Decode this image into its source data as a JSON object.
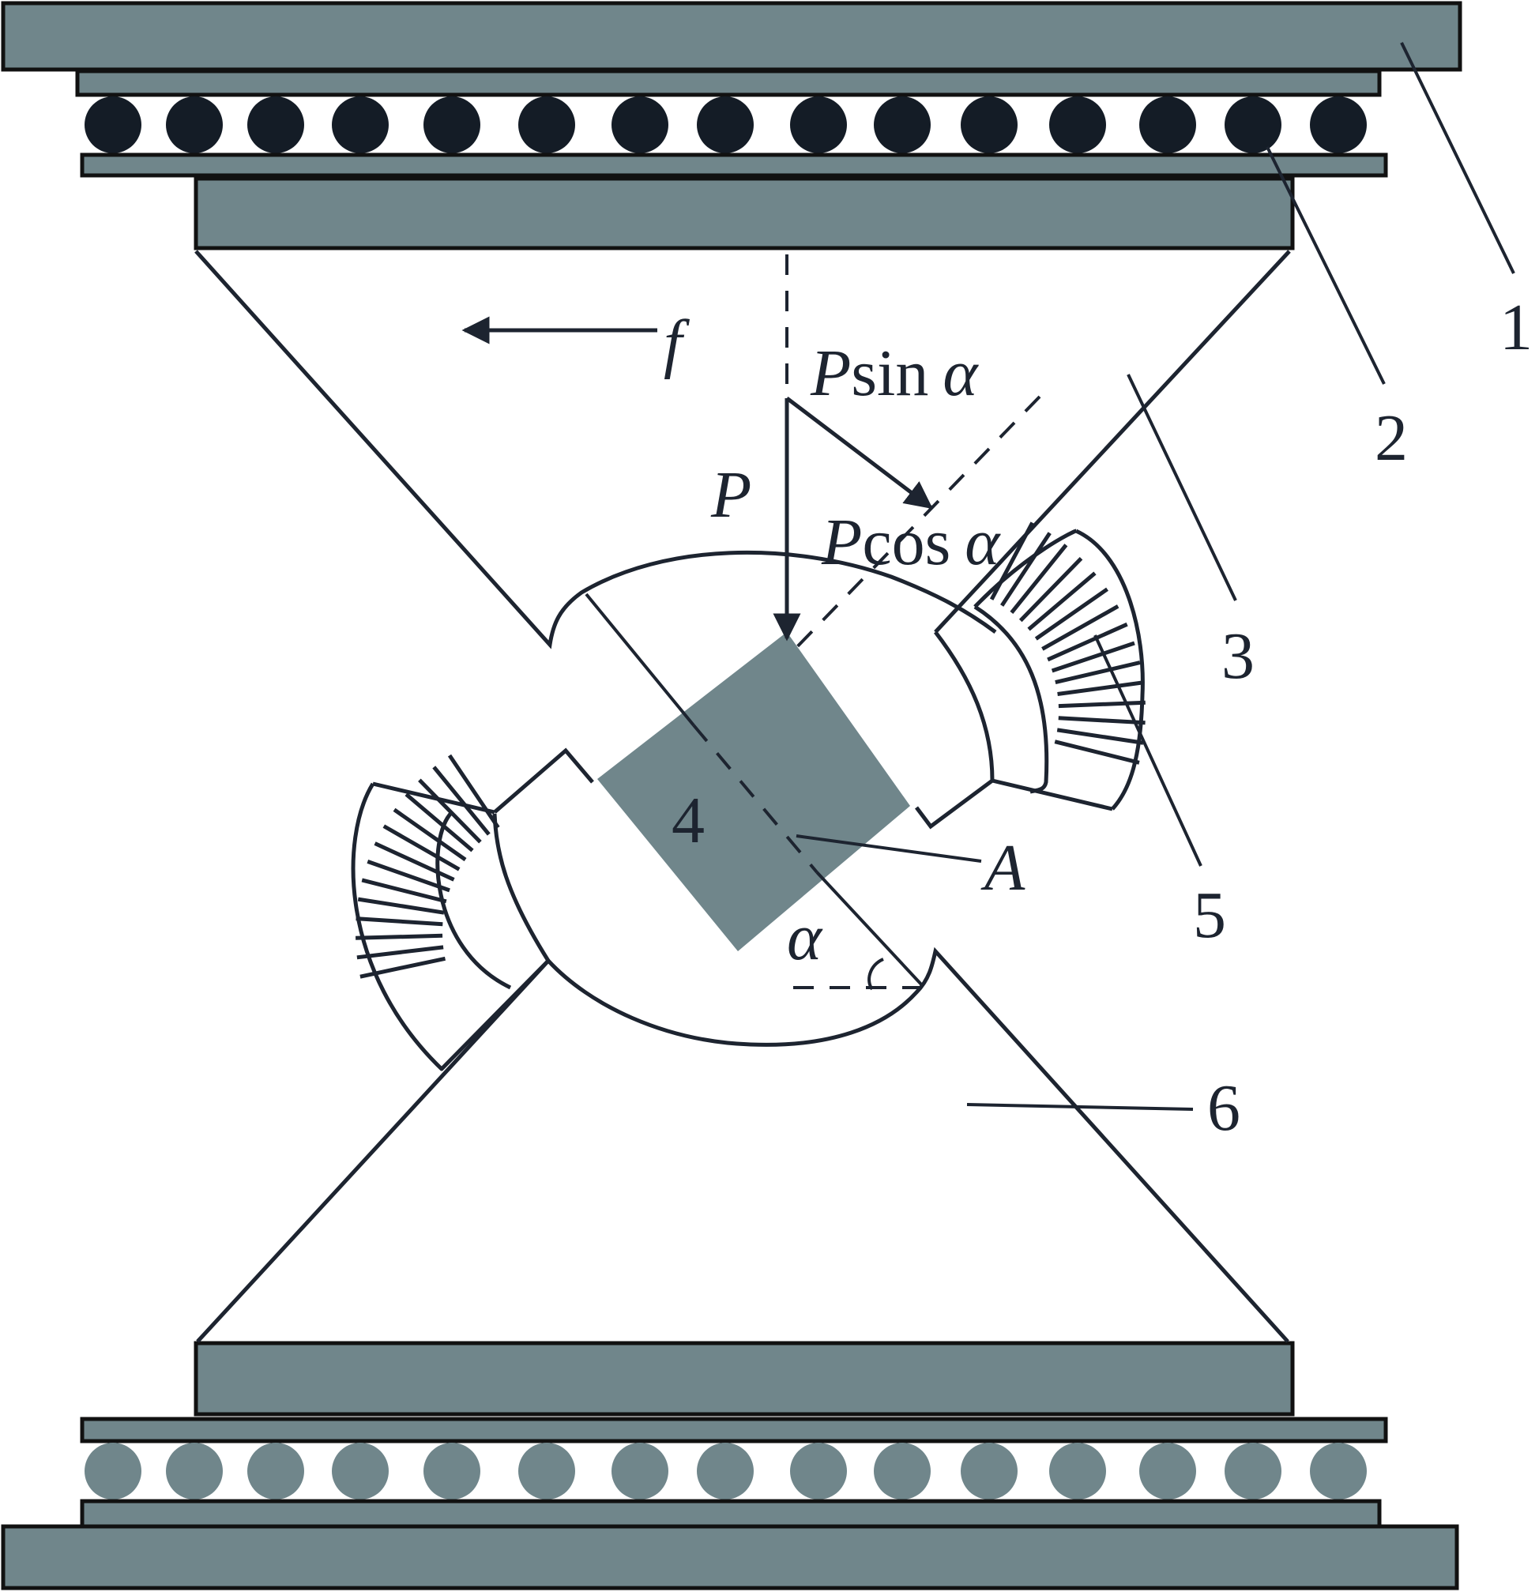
{
  "colors": {
    "plate": "#70868b",
    "ball_top": "#141c26",
    "ball_bottom": "#70868b",
    "line": "#1d2430",
    "background": "#ffffff"
  },
  "labels": {
    "part_1": "1",
    "part_2": "2",
    "part_3": "3",
    "part_4": "4",
    "part_5": "5",
    "part_6": "6",
    "point_a": "A",
    "alpha": "α"
  },
  "forces": {
    "friction": "f",
    "load": "P",
    "psin_symbol": "P",
    "psin_text": "sin",
    "psin_alpha": "α",
    "pcos_symbol": "P",
    "pcos_text": "cos",
    "pcos_alpha": "α"
  }
}
